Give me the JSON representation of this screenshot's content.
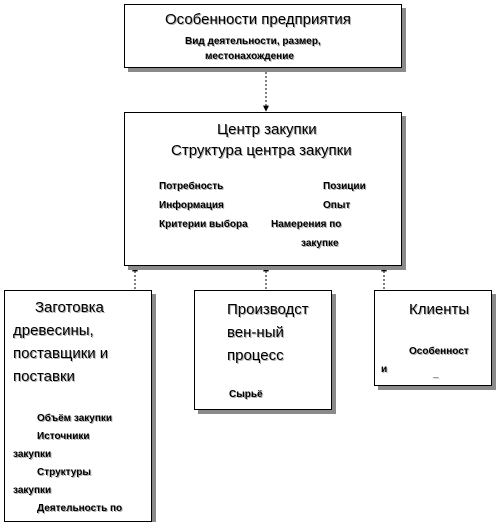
{
  "top_box": {
    "title": "Особенности предприятия",
    "line1": "Вид деятельности, размер,",
    "line2": "местонахождение"
  },
  "center_box": {
    "title1": "Центр закупки",
    "title2": "Структура центра закупки",
    "left_items": [
      "Потребность",
      "Информация",
      "Критерии выбора"
    ],
    "right_items": [
      "Позиции",
      "Опыт",
      "Намерения по",
      "закупке"
    ]
  },
  "left_box": {
    "title_lines": [
      "Заготовка",
      "древесины,",
      "поставщики и",
      "поставки"
    ],
    "items": [
      "Объём закупки",
      "Источники",
      "закупки",
      "Структуры",
      "закупки",
      "Деятельность по"
    ]
  },
  "middle_box": {
    "title_lines": [
      "Производст",
      "вен-ный",
      "процесс"
    ],
    "item": "Сырьё"
  },
  "right_box": {
    "title": "Клиенты",
    "item_line1": "Особенност",
    "item_prefix": "и",
    "item_tail": "_"
  }
}
